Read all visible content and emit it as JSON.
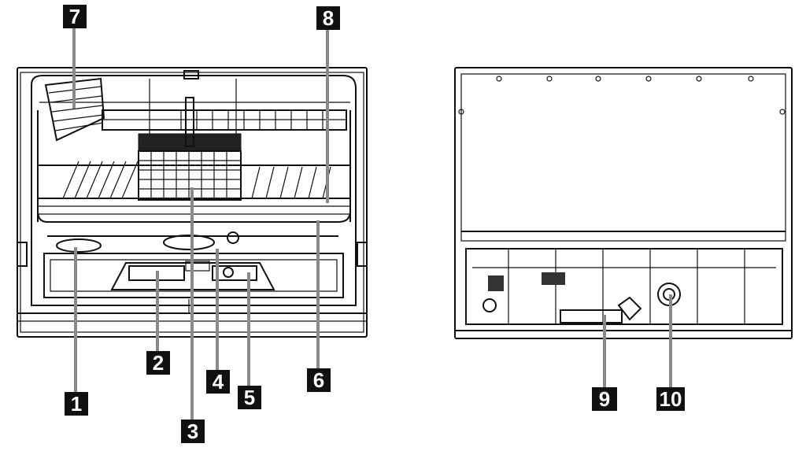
{
  "labels": {
    "l1": "1",
    "l2": "2",
    "l3": "3",
    "l4": "4",
    "l5": "5",
    "l6": "6",
    "l7": "7",
    "l8": "8",
    "l9": "9",
    "l10": "10"
  },
  "colors": {
    "line": "#111111",
    "leader": "#8a8a8a",
    "label_bg": "#111111",
    "label_text": "#ffffff"
  }
}
